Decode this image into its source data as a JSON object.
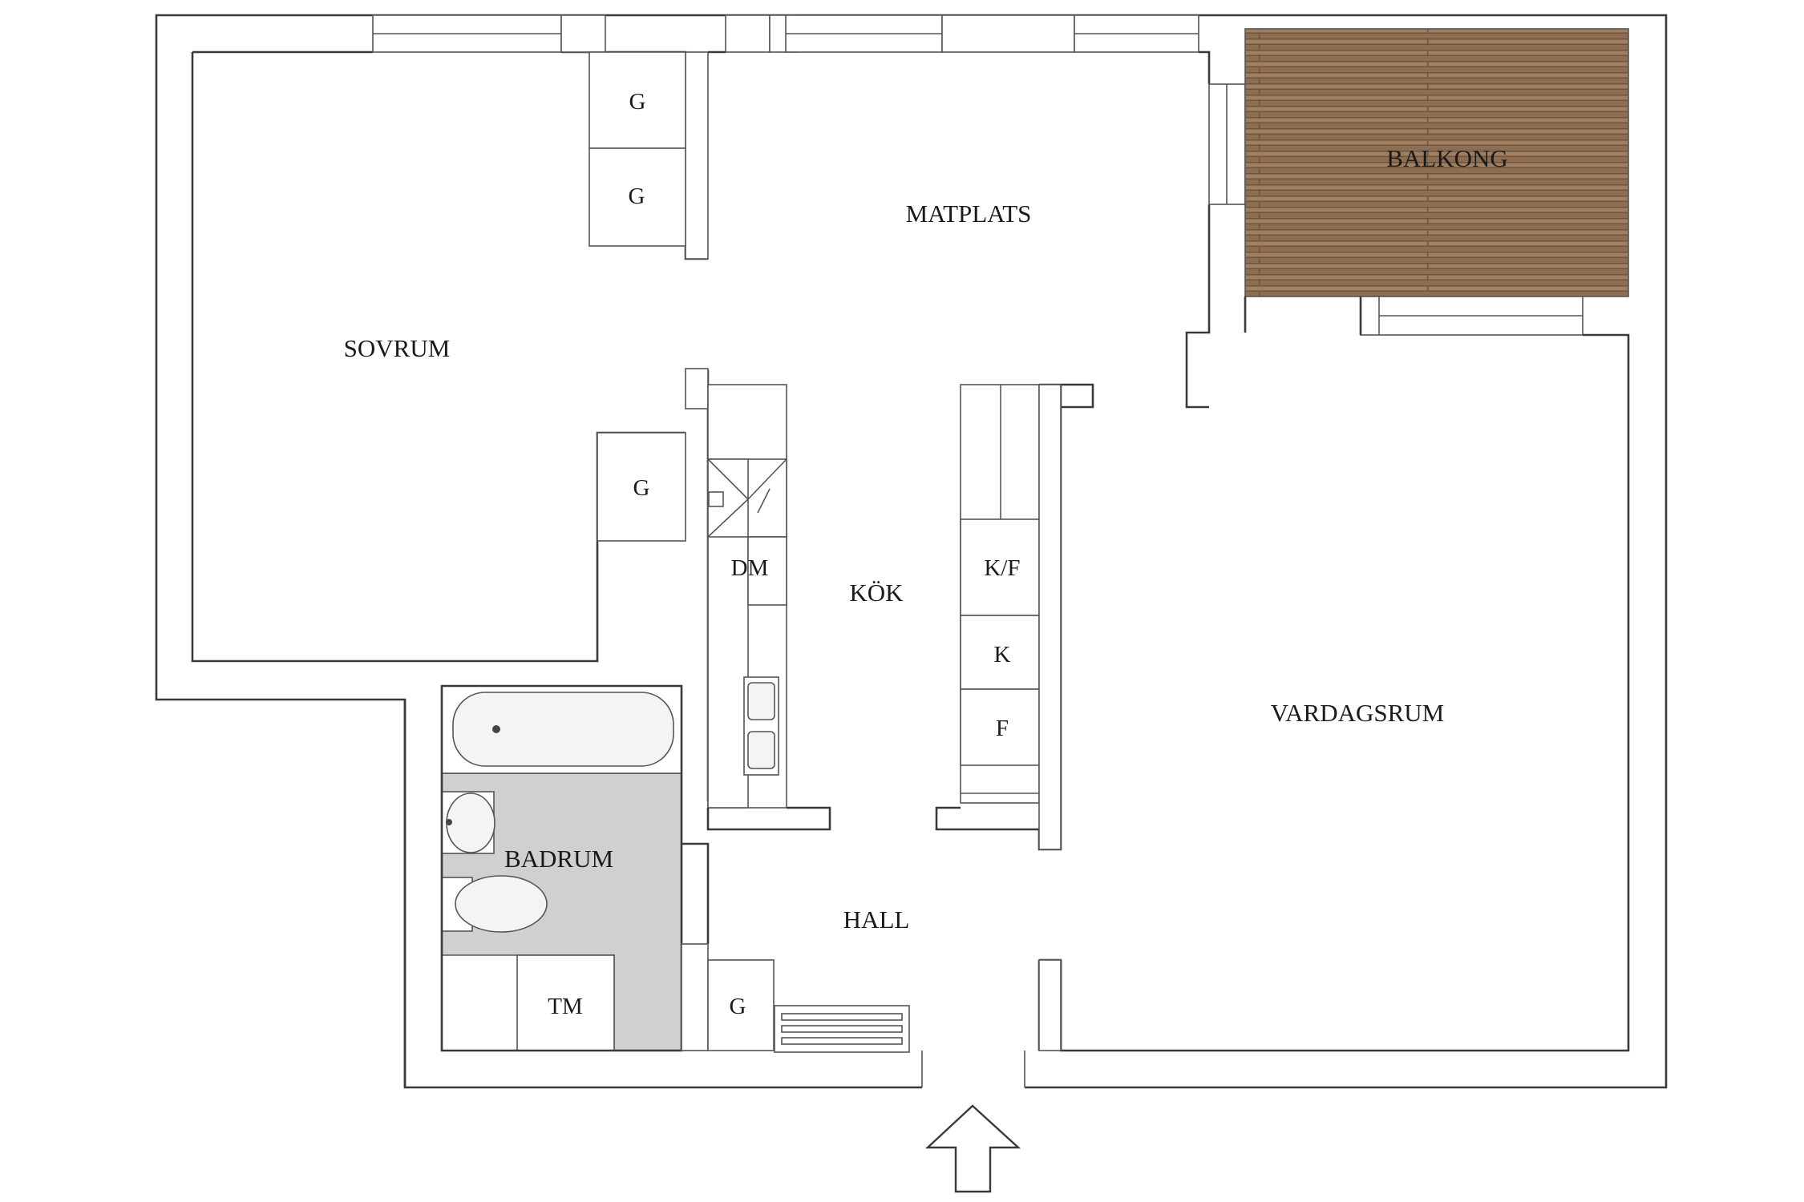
{
  "rooms": {
    "sovrum": "SOVRUM",
    "matplats": "MATPLATS",
    "balkong": "BALKONG",
    "kok": "KÖK",
    "vardagsrum": "VARDAGSRUM",
    "badrum": "BADRUM",
    "hall": "HALL"
  },
  "fixtures": {
    "wardrobe": "G",
    "dishwasher": "DM",
    "fridge_freezer": "K/F",
    "fridge": "K",
    "freezer": "F",
    "washing_machine": "TM"
  },
  "colors": {
    "wall": "#3a3a3a",
    "balcony_wood": "#9a7a5c",
    "bathroom_floor": "#d0d0d0"
  },
  "icons": {
    "entrance": "entrance-arrow-icon"
  }
}
